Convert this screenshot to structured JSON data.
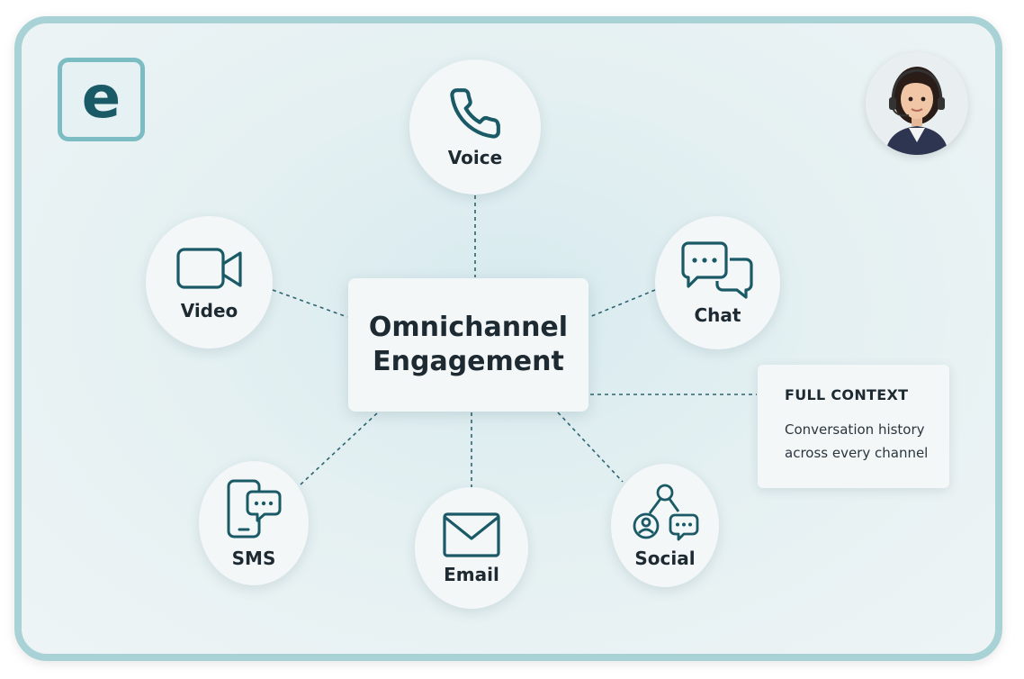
{
  "logo": {
    "letter": "e"
  },
  "center": {
    "line1": "Omnichannel",
    "line2": "Engagement"
  },
  "channels": {
    "voice": "Voice",
    "chat": "Chat",
    "video": "Video",
    "sms": "SMS",
    "email": "Email",
    "social": "Social"
  },
  "context": {
    "title": "FULL CONTEXT",
    "description": "Conversation history across every channel"
  },
  "icons": {
    "voice": "phone-icon",
    "chat": "chat-bubbles-icon",
    "video": "video-camera-icon",
    "sms": "sms-phone-icon",
    "email": "envelope-icon",
    "social": "social-network-icon"
  },
  "colors": {
    "accent": "#1a5a66",
    "frame_border": "#a9d2d6",
    "text": "#1d2a32"
  }
}
